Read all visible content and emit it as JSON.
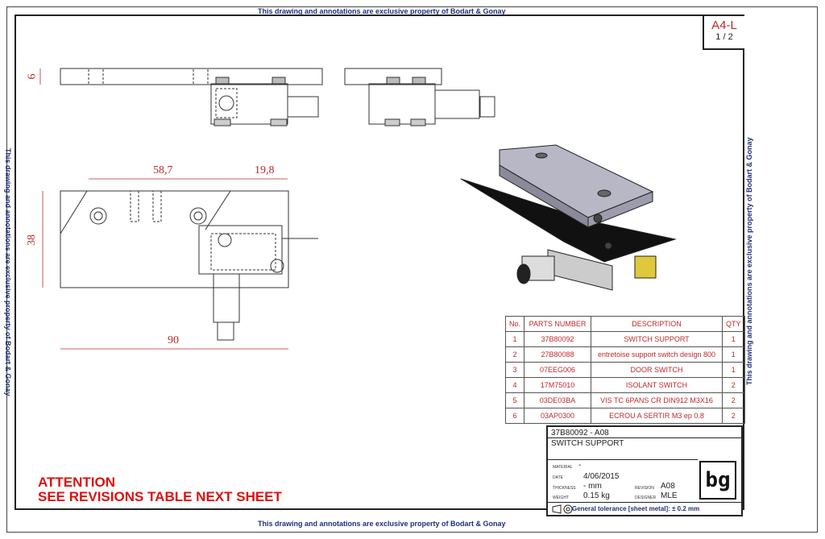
{
  "border": {
    "edge_note": "This drawing and annotations are exclusive property of Bodart & Gonay"
  },
  "format": {
    "size": "A4-L",
    "sheet": "1 / 2"
  },
  "dimensions": {
    "thickness": "6",
    "length_a": "58,7",
    "length_b": "19,8",
    "height": "38",
    "total": "90"
  },
  "parts_table": {
    "headers": [
      "No.",
      "PARTS NUMBER",
      "DESCRIPTION",
      "QTY"
    ],
    "rows": [
      [
        "1",
        "37B80092",
        "SWITCH SUPPORT",
        "1"
      ],
      [
        "2",
        "27B80088",
        "entretoise support switch design 800",
        "1"
      ],
      [
        "3",
        "07EEG006",
        "DOOR SWITCH",
        "1"
      ],
      [
        "4",
        "17M75010",
        "ISOLANT SWITCH",
        "2"
      ],
      [
        "5",
        "03DE03BA",
        "VIS TC 6PANS CR DIN912 M3X16",
        "2"
      ],
      [
        "6",
        "03AP0300",
        "ECROU A SERTIR M3 ep 0.8",
        "2"
      ]
    ]
  },
  "title_block": {
    "code": "37B80092 - A08",
    "title": "SWITCH SUPPORT",
    "material_label": "MATERIAL",
    "material": "-",
    "date_label": "DATE",
    "date": "4/06/2015",
    "thickness_label": "THICKNESS",
    "thickness": "- mm",
    "weight_label": "WEIGHT",
    "weight": "0.15 kg",
    "revision_label": "REVISION",
    "revision": "A08",
    "designer_label": "DESIGNER",
    "designer": "MLE",
    "logo": "bg",
    "tolerance": "General tolerance [sheet metal]: ± 0.2 mm"
  },
  "notice": {
    "line1": "ATTENTION",
    "line2": "SEE REVISIONS TABLE NEXT SHEET"
  }
}
